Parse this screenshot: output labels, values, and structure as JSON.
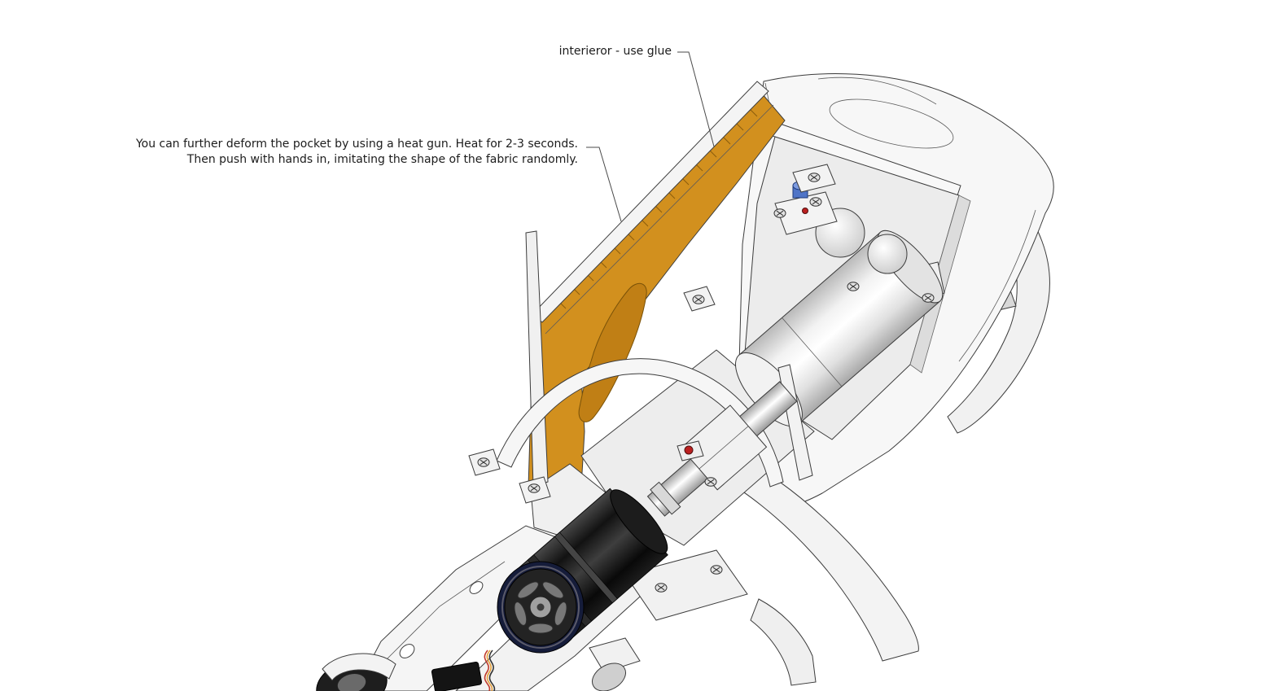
{
  "annotations": {
    "interior_glue": {
      "text": "interieror - use glue"
    },
    "heat_gun": {
      "line1": "You can further deform the pocket by using a heat gun. Heat for 2-3 seconds.",
      "line2": "Then push with hands in, imitating the shape of the fabric randomly."
    }
  },
  "colors": {
    "background": "#ffffff",
    "panel_orange": "#d2901e",
    "panel_orange_shade": "#c07f15",
    "pocket_outline": "#7a5208",
    "rib_line": "#8a5c0c",
    "motor_rim_navy": "#151c3a",
    "accent_red": "#bb1f1f",
    "accent_blue": "#4f74c7"
  }
}
